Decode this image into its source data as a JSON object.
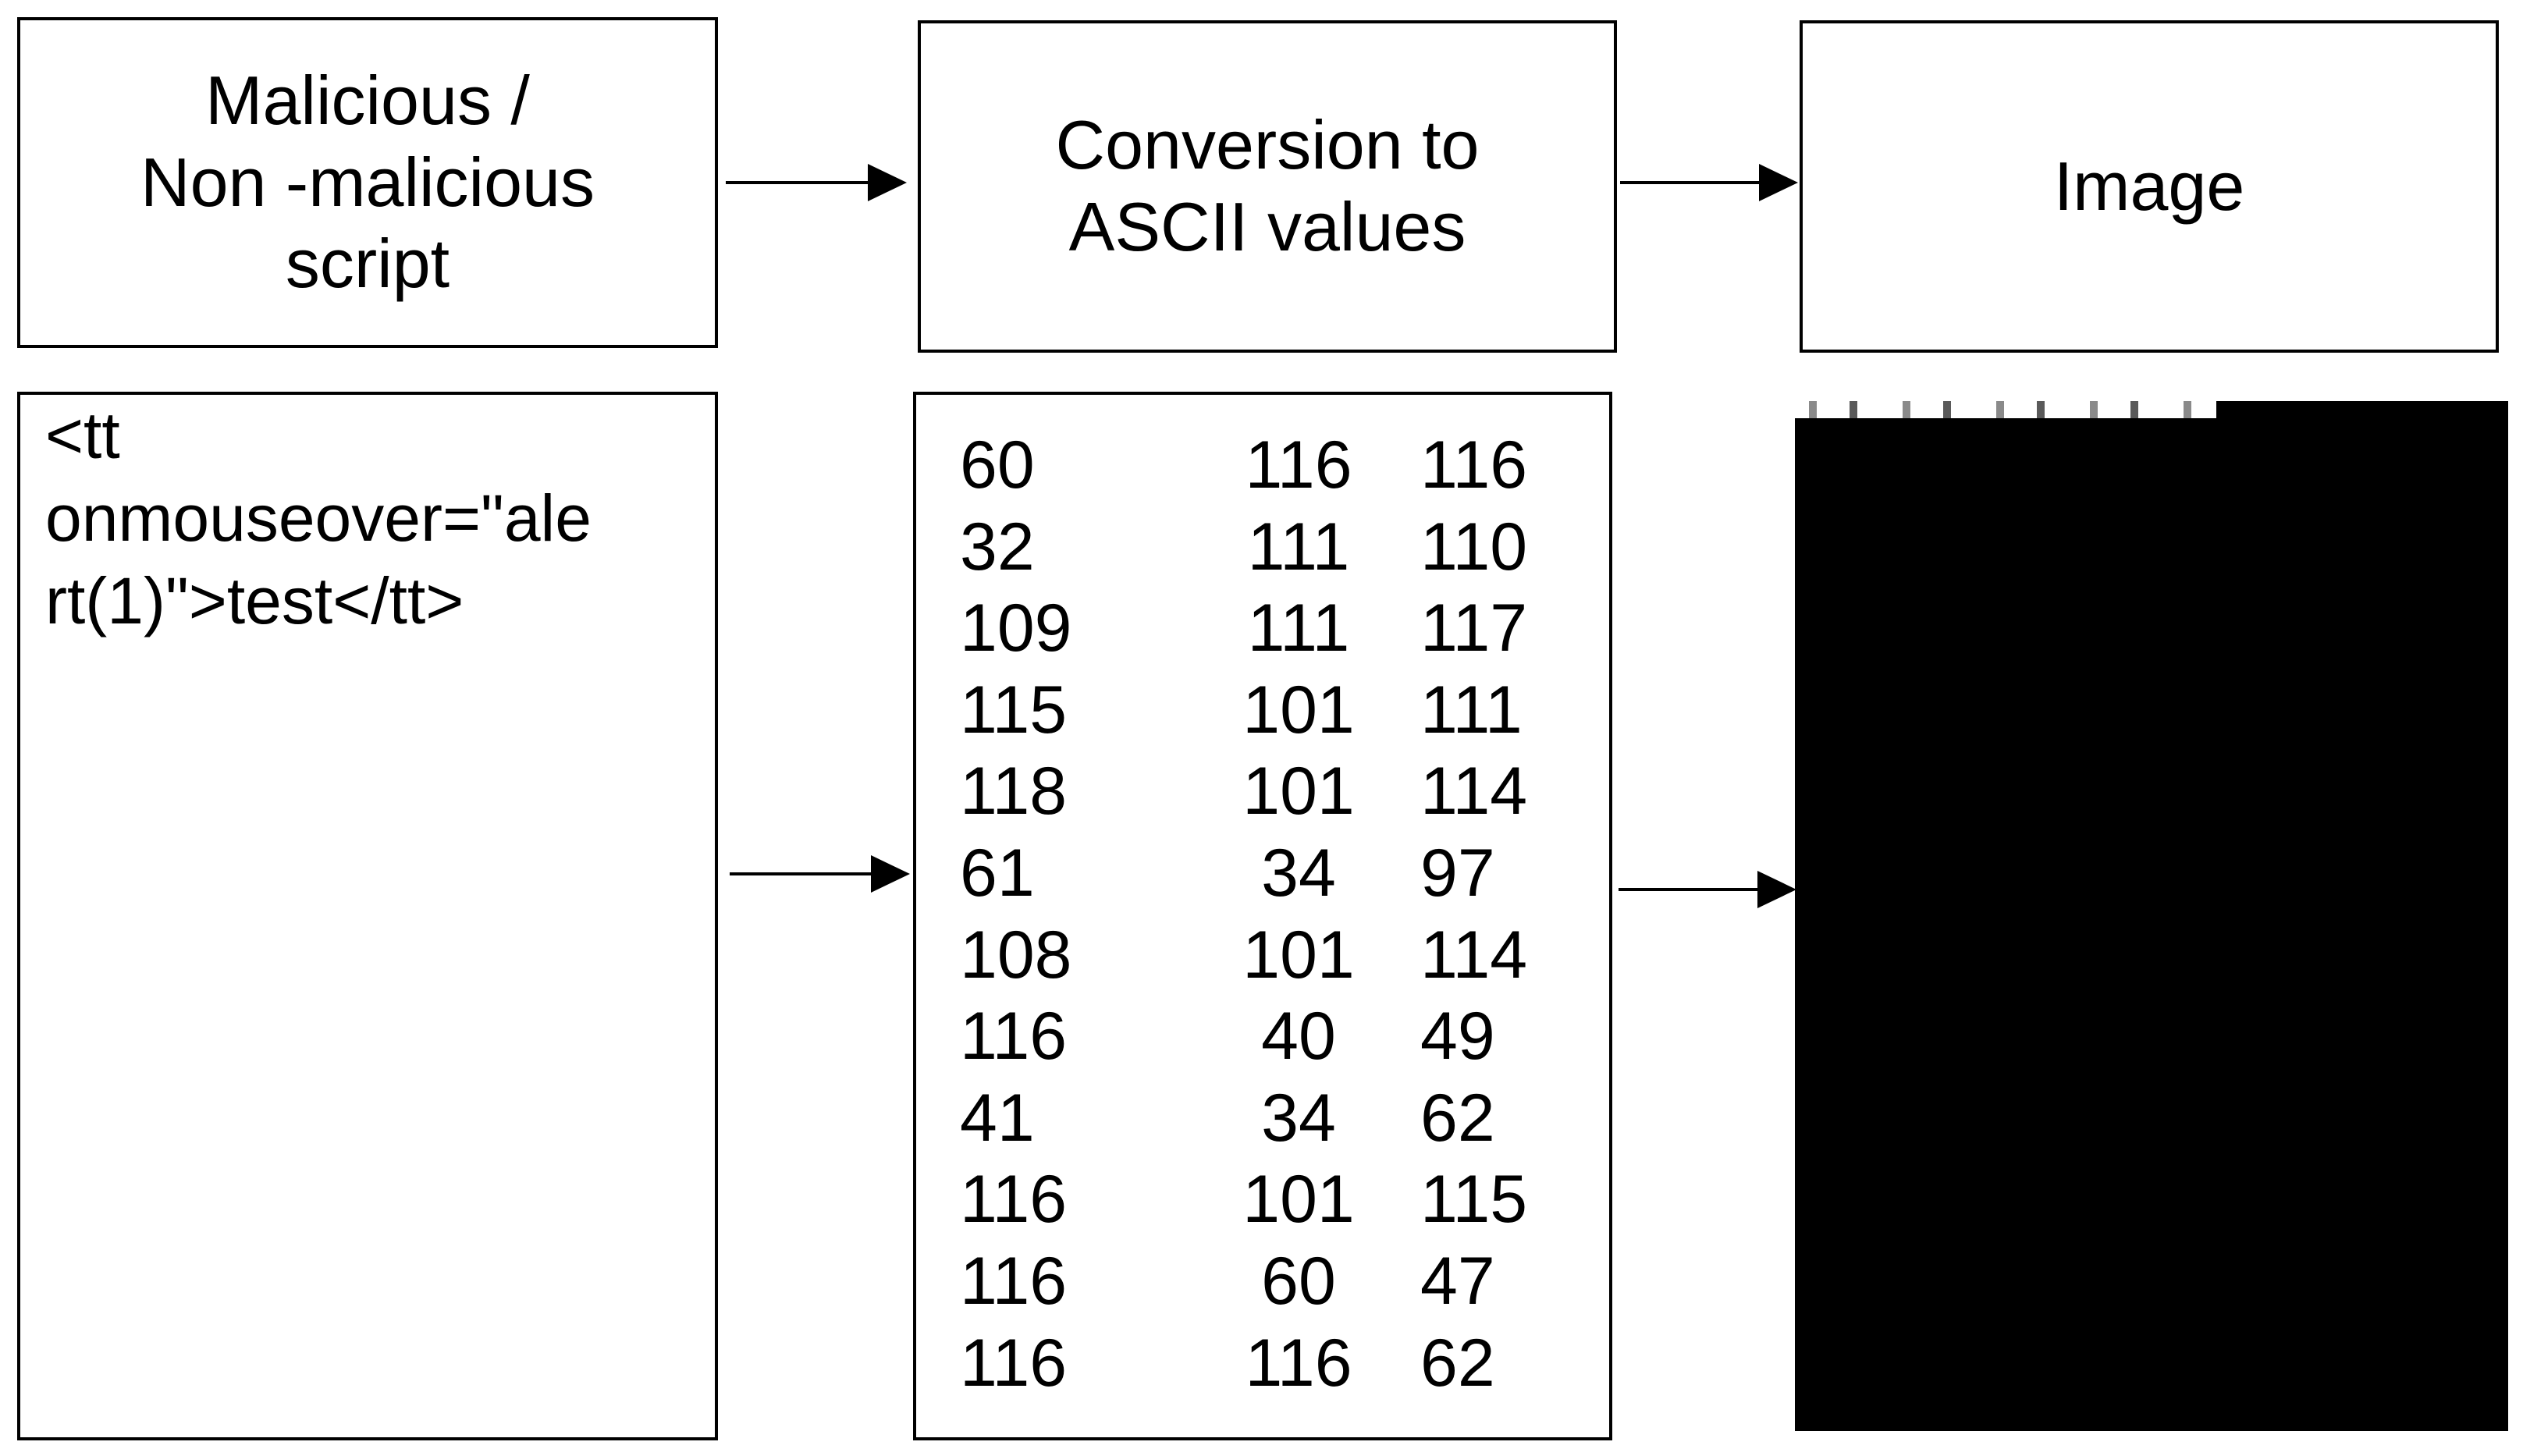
{
  "header": {
    "script_type": "Malicious /\nNon -malicious\nscript",
    "conversion": "Conversion to\nASCII values",
    "image": "Image"
  },
  "sample_script": "<tt\nonmouseover=\"ale\nrt(1)\">test</tt>",
  "ascii_values": [
    [
      "60",
      "116",
      "116"
    ],
    [
      "32",
      "111",
      "110"
    ],
    [
      "109",
      "111",
      "117"
    ],
    [
      "115",
      "101",
      "111"
    ],
    [
      "118",
      "101",
      "114"
    ],
    [
      "61",
      "34",
      "97"
    ],
    [
      "108",
      "101",
      "114"
    ],
    [
      "116",
      "40",
      "49"
    ],
    [
      "41",
      "34",
      "62"
    ],
    [
      "116",
      "101",
      "115"
    ],
    [
      "116",
      "60",
      "47"
    ],
    [
      "116",
      "116",
      "62"
    ]
  ],
  "colors": {
    "stroke": "#000000",
    "background": "#ffffff",
    "image_fill": "#000000"
  }
}
